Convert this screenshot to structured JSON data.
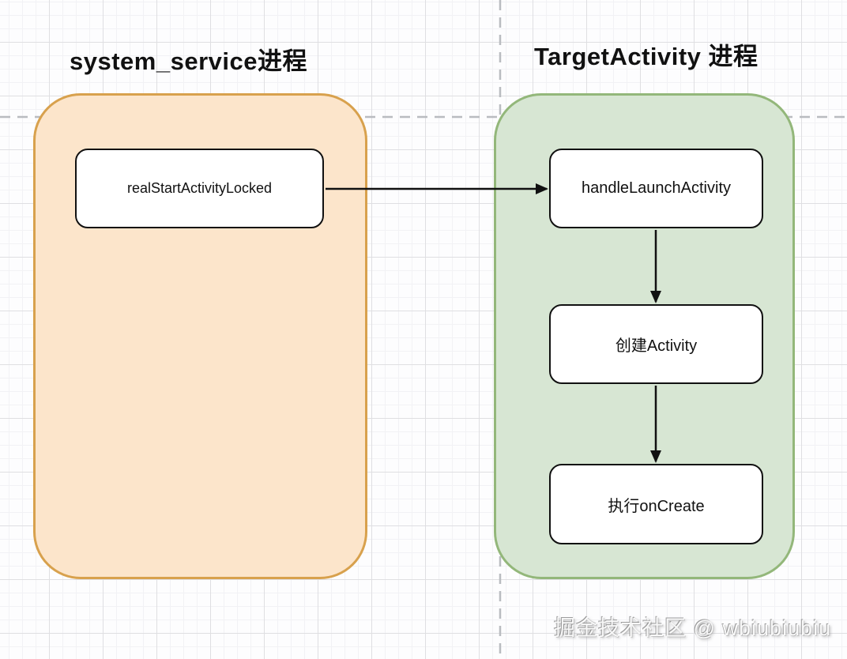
{
  "diagram": {
    "left_process": {
      "title": "system_service进程",
      "fill_color": "#fce5cb",
      "border_color": "#d8a14d",
      "nodes": [
        {
          "label": "realStartActivityLocked"
        }
      ]
    },
    "right_process": {
      "title": "TargetActivity 进程",
      "fill_color": "#d7e6d3",
      "border_color": "#93b77a",
      "nodes": [
        {
          "label": "handleLaunchActivity"
        },
        {
          "label": "创建Activity"
        },
        {
          "label": "执行onCreate"
        }
      ]
    },
    "edges": [
      {
        "from": "realStartActivityLocked",
        "to": "handleLaunchActivity"
      },
      {
        "from": "handleLaunchActivity",
        "to": "创建Activity"
      },
      {
        "from": "创建Activity",
        "to": "执行onCreate"
      }
    ],
    "guide_line_color": "#b9bcc0",
    "arrow_color": "#111111",
    "watermark": "掘金技术社区 @ wbiubiubiu"
  }
}
